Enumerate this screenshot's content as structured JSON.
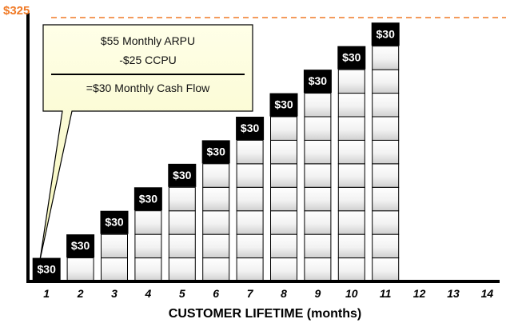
{
  "chart_data": {
    "type": "bar",
    "categories": [
      "1",
      "2",
      "3",
      "4",
      "5",
      "6",
      "7",
      "8",
      "9",
      "10",
      "11",
      "12",
      "13",
      "14"
    ],
    "values": [
      30,
      60,
      90,
      120,
      150,
      180,
      210,
      240,
      270,
      300,
      330,
      null,
      null,
      null
    ],
    "bar_label": "$30",
    "reference_line": {
      "value": 325,
      "label": "$325",
      "color": "#f07a26"
    },
    "callout": {
      "line1": "$55 Monthly ARPU",
      "line2": "-$25 CCPU",
      "line3": "=$30 Monthly Cash Flow"
    },
    "xlabel": "CUSTOMER LIFETIME (months)",
    "ylabel": "",
    "ylim": [
      0,
      345
    ]
  }
}
